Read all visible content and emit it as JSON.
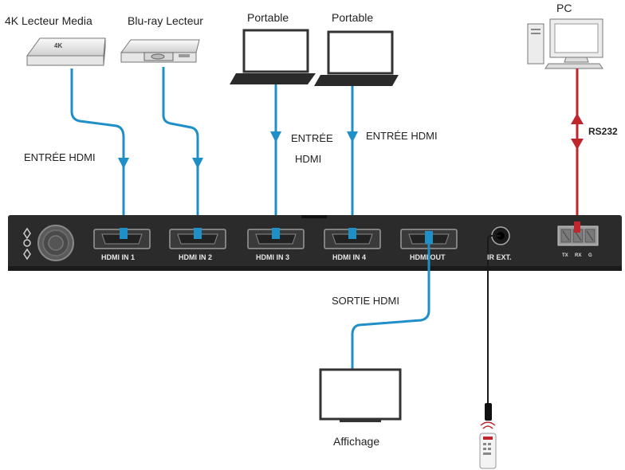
{
  "devices": {
    "media_player_4k": "4K Lecteur Media",
    "bluray_player": "Blu-ray Lecteur",
    "laptop_1": "Portable",
    "laptop_2": "Portable",
    "pc": "PC",
    "display": "Affichage"
  },
  "media_badge": "4K",
  "cable_labels": {
    "hdmi_in_1": "ENTRÉE HDMI",
    "hdmi_in_3_line1": "ENTRÉE",
    "hdmi_in_3_line2": "HDMI",
    "hdmi_in_4": "ENTRÉE HDMI",
    "hdmi_out": "SORTIE HDMI",
    "serial": "RS232"
  },
  "switch_ports": {
    "in1": "HDMI IN 1",
    "in2": "HDMI IN 2",
    "in3": "HDMI IN 3",
    "in4": "HDMI IN 4",
    "out": "HDMI OUT",
    "ir": "IR EXT.",
    "terminal_tx": "TX",
    "terminal_rx": "RX",
    "terminal_g": "G"
  },
  "colors": {
    "hdmi_cable": "#1f8fc8",
    "rs232_cable": "#c0272d",
    "ir_cable": "#1a1a1a",
    "switch_body": "#2b2b2b"
  }
}
